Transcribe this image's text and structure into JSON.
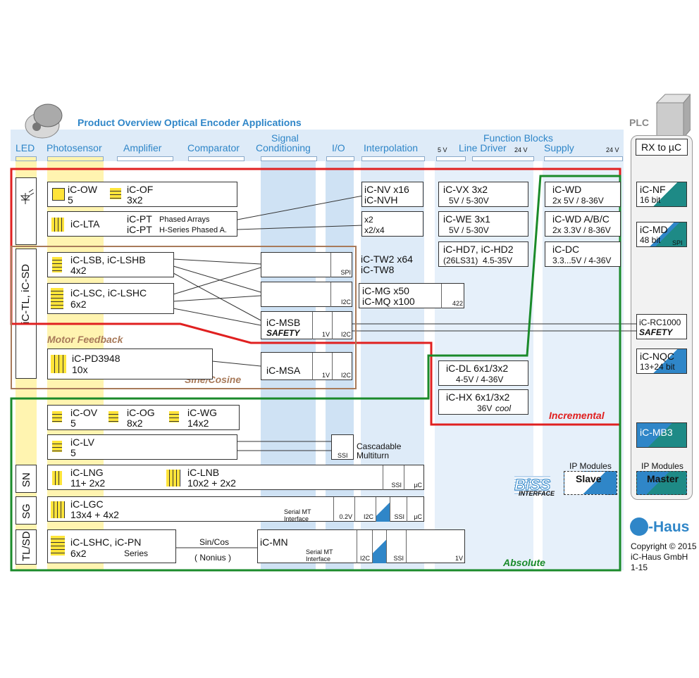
{
  "title": "Product Overview Optical Encoder Applications",
  "columns": {
    "led": "LED",
    "photosensor": "Photosensor",
    "amplifier": "Amplifier",
    "comparator": "Comparator",
    "signal_conditioning_1": "Signal",
    "signal_conditioning_2": "Conditioning",
    "io": "I/O",
    "interpolation": "Interpolation",
    "function_blocks": "Function Blocks",
    "line_driver_low": "5 V",
    "line_driver": "Line Driver",
    "line_driver_high": "24 V",
    "supply": "Supply",
    "supply_high": "24 V",
    "plc": "PLC",
    "rx_to_uc": "RX to µC"
  },
  "side_labels": {
    "tl_sd_top": "iC-TL, iC-SD",
    "sn": "SN",
    "sg": "SG",
    "tl_sd_bottom": "TL/SD"
  },
  "regions": {
    "motor_feedback": "Motor Feedback",
    "sine_cosine": "Sine/Cosine",
    "incremental": "Incremental",
    "absolute": "Absolute"
  },
  "colors": {
    "incremental_border": "#e02020",
    "absolute_border": "#1a8a2a",
    "motor_feedback_border": "#a87a5a",
    "title_blue": "#2f86c8",
    "column_blue": "#b9d4ee",
    "led_yellow": "#fff4b0",
    "signal_arrow_blue": "#2f86c8",
    "teal_corner": "#1e8a86"
  },
  "photosensors": {
    "ow_name": "iC-OW",
    "ow_val": "5",
    "of_name": "iC-OF",
    "of_val": "3x2",
    "lta_name": "iC-LTA",
    "pt1": "iC-PT",
    "pt1_sub": "Phased Arrays",
    "pt2": "iC-PT",
    "pt2_sub": "H-Series Phased A.",
    "lsb_name": "iC-LSB, iC-LSHB",
    "lsb_val": "4x2",
    "lsc_name": "iC-LSC, iC-LSHC",
    "lsc_val": "6x2",
    "pd_name": "iC-PD3948",
    "pd_val": "10x",
    "ov_name": "iC-OV",
    "ov_val": "5",
    "og_name": "iC-OG",
    "og_val": "8x2",
    "wg_name": "iC-WG",
    "wg_val": "14x2",
    "lv_name": "iC-LV",
    "lv_val": "5",
    "lng_name": "iC-LNG",
    "lng_val": "11+ 2x2",
    "lnb_name": "iC-LNB",
    "lnb_val": "10x2 + 2x2",
    "lgc_name": "iC-LGC",
    "lgc_val": "13x4 + 4x2",
    "lshc_name": "iC-LSHC,  iC-PN",
    "lshc_val": "6x2",
    "lshc_sub": "Series"
  },
  "conditioning": {
    "spi": "SPI",
    "i2c": "I2C",
    "msb": "iC-MSB",
    "safety": "SAFETY",
    "v1": "1V",
    "msa": "iC-MSA",
    "ssi": "SSI",
    "cascadable": "Cascadable",
    "multiturn": "Multiturn",
    "uc": "µC",
    "serial_mt": "Serial MT",
    "interface": "Interface",
    "v02": "0.2V",
    "sincos": "Sin/Cos",
    "nonius": "( Nonius )",
    "mn": "iC-MN"
  },
  "interpolation": {
    "nv1": "iC-NV x16",
    "nv2": "iC-NVH",
    "x2": "x2",
    "x2x4": "x2/x4",
    "tw1": "iC-TW2 x64",
    "tw2": "iC-TW8",
    "mg1": "iC-MG x50",
    "mg2": "iC-MQ x100",
    "n422": "422"
  },
  "line_drivers": {
    "vx": "iC-VX 3x2",
    "vx_sub": "5V / 5-30V",
    "we": "iC-WE 3x1",
    "we_sub": "5V / 5-30V",
    "hd": "iC-HD7, iC-HD2",
    "hd_sub1": "(26LS31)",
    "hd_sub2": "4.5-35V",
    "dl": "iC-DL 6x1/3x2",
    "dl_sub": "4-5V / 4-36V",
    "hx": "iC-HX 6x1/3x2",
    "hx_sub": "36V",
    "hx_cool": "cool"
  },
  "supply": {
    "wd": "iC-WD",
    "wd_sub": "2x 5V / 8-36V",
    "wdabc": "iC-WD A/B/C",
    "wdabc_sub": "2x 3.3V / 8-36V",
    "dc": "iC-DC",
    "dc_sub": "3.3...5V / 4-36V"
  },
  "plc": {
    "nf": "iC-NF",
    "nf_sub": "16 bit",
    "md": "iC-MD",
    "md_sub": "48 bit",
    "md_spi": "SPI",
    "rc": "iC-RC1000",
    "rc_sub": "SAFETY",
    "nqc": "iC-NQC",
    "nqc_sub": "13+24 bit",
    "mb3": "iC-MB3",
    "ipm": "IP Modules",
    "master": "Master"
  },
  "biss": {
    "logo": "BiSS",
    "interface": "INTERFACE",
    "ipm": "IP Modules",
    "slave": "Slave"
  },
  "footer": {
    "logo": "iC-Haus",
    "copyright": "Copyright © 2015",
    "company": "iC-Haus GmbH",
    "version": "1-15"
  }
}
